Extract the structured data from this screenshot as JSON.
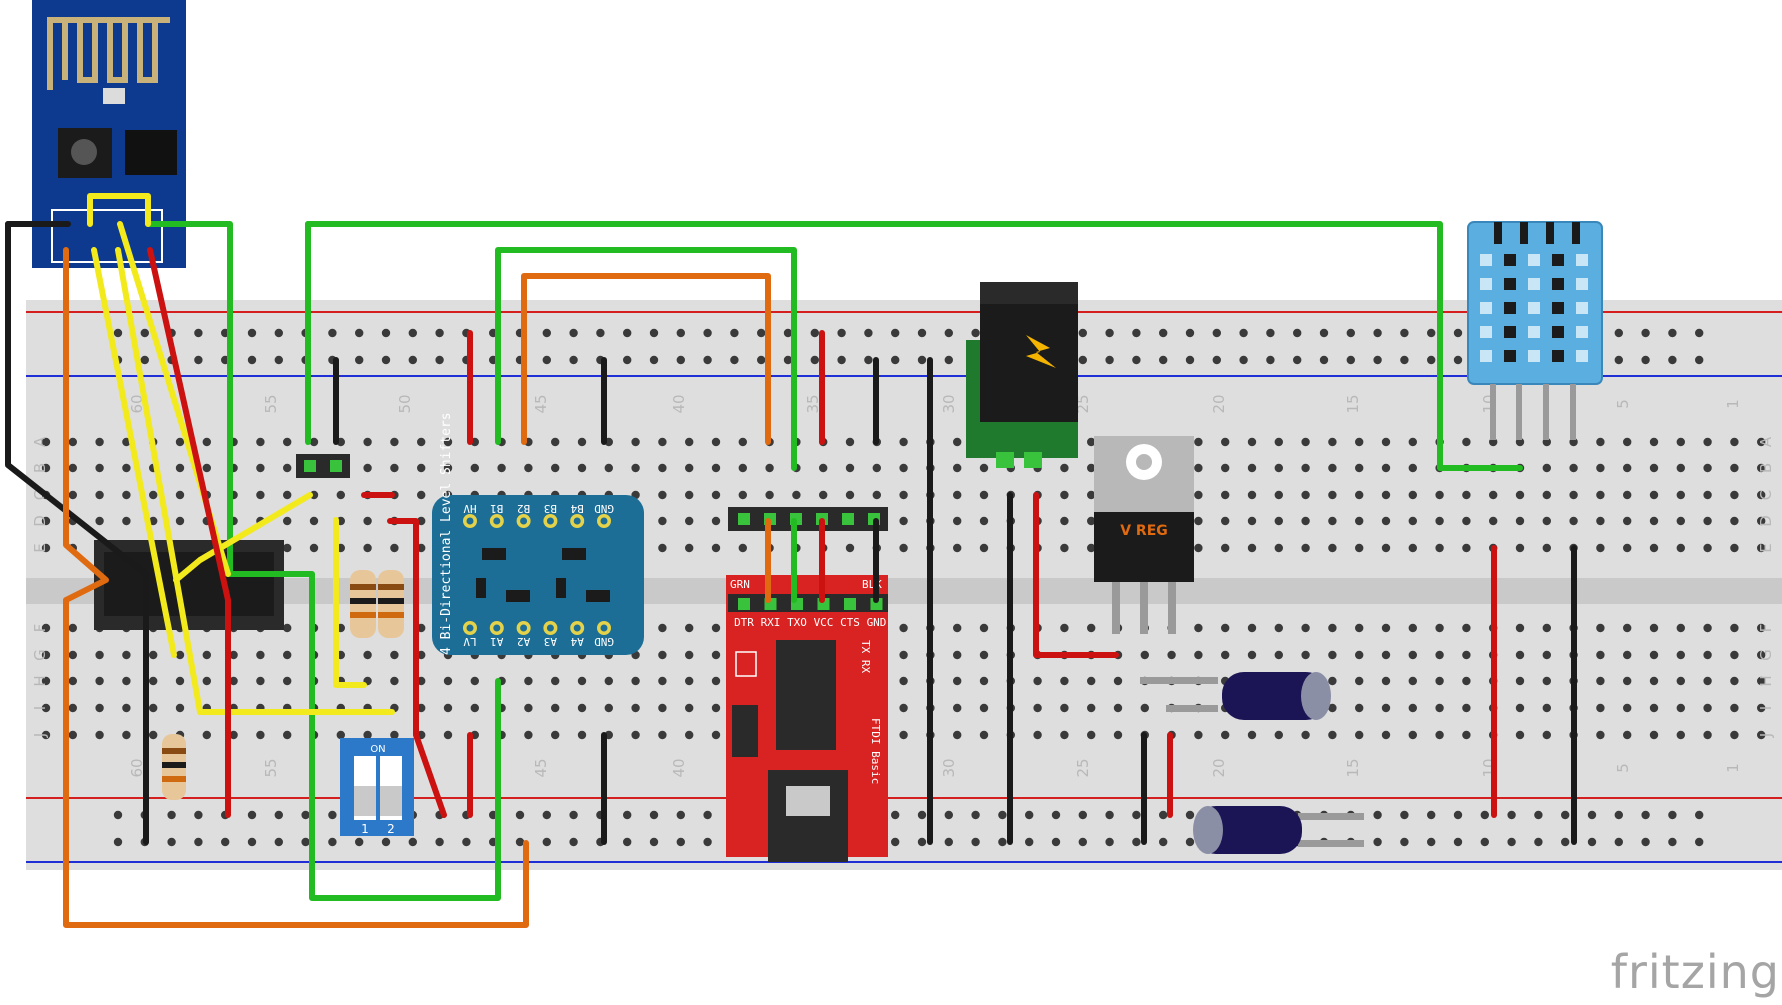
{
  "app": {
    "watermark": "fritzing"
  },
  "breadboard": {
    "column_numbers": [
      "60",
      "55",
      "50",
      "45",
      "40",
      "35",
      "30",
      "25",
      "20",
      "15",
      "10",
      "5",
      "1"
    ],
    "row_letters_top": [
      "A",
      "B",
      "C",
      "D",
      "E"
    ],
    "row_letters_bottom": [
      "F",
      "G",
      "H",
      "I",
      "J"
    ],
    "colors": {
      "body": "#dedede",
      "rail_red": "#d51f1f",
      "rail_blue": "#1f2fd5",
      "hole": "#3a3a3a",
      "hole_active": "#39c23b"
    }
  },
  "components": {
    "level_shifter": {
      "title": "4 Bi-Directional Level Shifters",
      "pins_top": [
        "HV",
        "B1",
        "B2",
        "B3",
        "B4",
        "GND"
      ],
      "pins_bottom": [
        "LV",
        "A1",
        "A2",
        "A3",
        "A4",
        "GND"
      ],
      "color": "#1d6e96"
    },
    "ftdi": {
      "label": "FTDI Basic",
      "led_label": "TX RX",
      "pins": [
        "DTR",
        "RXI",
        "TXO",
        "VCC",
        "CTS",
        "GND"
      ],
      "corner_left": "GRN",
      "corner_right": "BLK",
      "color": "#d92323"
    },
    "regulator": {
      "label": "V REG"
    },
    "dip_switch": {
      "labels": [
        "1",
        "2"
      ],
      "top_label": "ON"
    },
    "esp_module": {
      "color": "#0d3a8f"
    },
    "dht_sensor": {
      "color": "#5aaee0"
    }
  },
  "wire_colors": {
    "green": "#22bb22",
    "yellow": "#f2ea1d",
    "red": "#cc1111",
    "black": "#1a1a1a",
    "orange": "#e06a10",
    "gray": "#9a9a9a"
  }
}
